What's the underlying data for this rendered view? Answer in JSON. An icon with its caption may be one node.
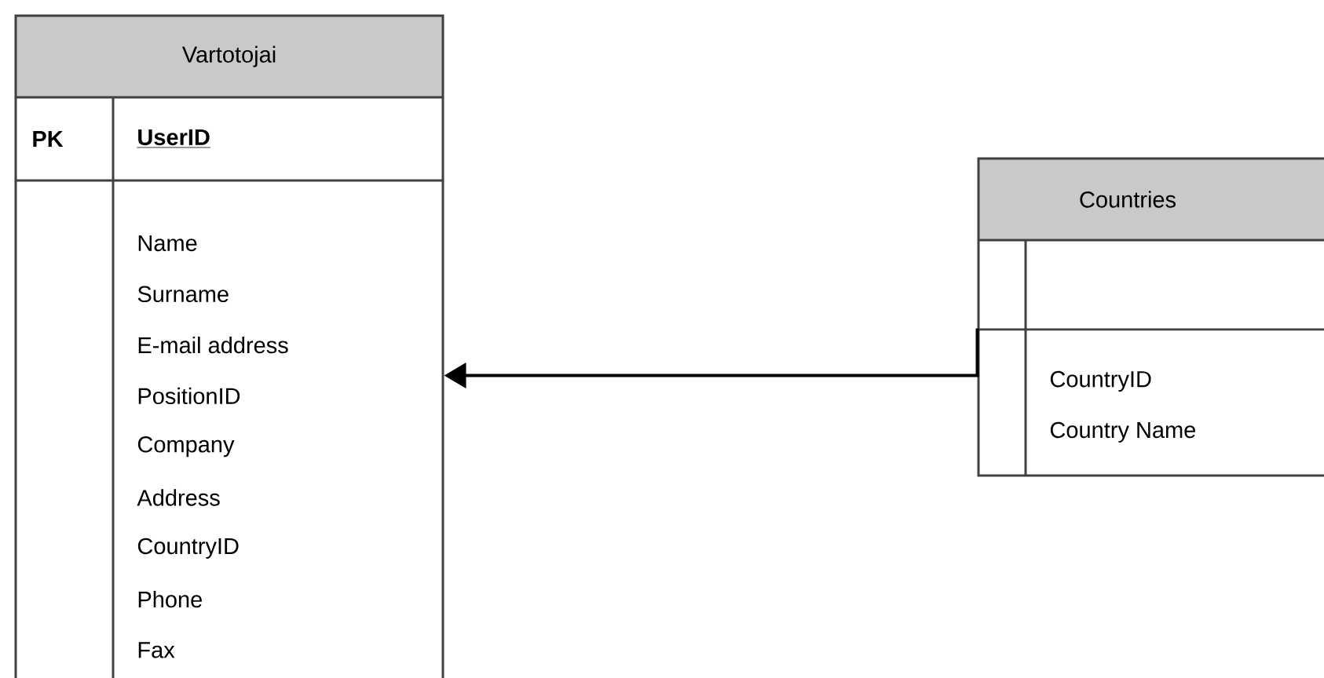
{
  "diagram": {
    "nodes": [
      {
        "text": [
          "Vartotojai",
          "PK",
          "UserID",
          "Name",
          "Surname",
          "E-mail address",
          "PositionID",
          "Company",
          "Address",
          "CountryID",
          "Phone",
          "Fax"
        ]
      },
      {
        "text": [
          "Countries",
          "CountryID",
          "Country Name"
        ]
      }
    ],
    "edges": [
      {
        "from": 1,
        "to": 0,
        "arrow": "to"
      }
    ]
  }
}
